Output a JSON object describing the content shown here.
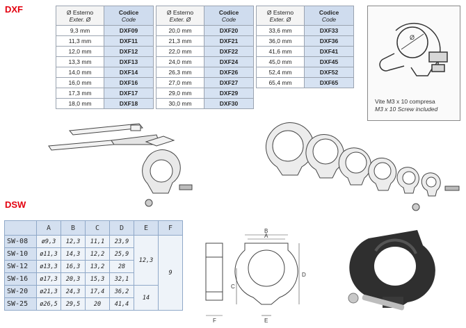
{
  "dxf": {
    "label": "DXF",
    "header_diameter_line1": "Ø Esterno",
    "header_diameter_line2": "Exter. Ø",
    "header_code_line1": "Codice",
    "header_code_line2": "Code",
    "table1": [
      [
        "9,3 mm",
        "DXF09"
      ],
      [
        "11,3 mm",
        "DXF11"
      ],
      [
        "12,0 mm",
        "DXF12"
      ],
      [
        "13,3 mm",
        "DXF13"
      ],
      [
        "14,0 mm",
        "DXF14"
      ],
      [
        "16,0 mm",
        "DXF16"
      ],
      [
        "17,3 mm",
        "DXF17"
      ],
      [
        "18,0 mm",
        "DXF18"
      ]
    ],
    "table2": [
      [
        "20,0 mm",
        "DXF20"
      ],
      [
        "21,3 mm",
        "DXF21"
      ],
      [
        "22,0 mm",
        "DXF22"
      ],
      [
        "24,0 mm",
        "DXF24"
      ],
      [
        "26,3 mm",
        "DXF26"
      ],
      [
        "27,0 mm",
        "DXF27"
      ],
      [
        "29,0 mm",
        "DXF29"
      ],
      [
        "30,0 mm",
        "DXF30"
      ]
    ],
    "table3": [
      [
        "33,6 mm",
        "DXF33"
      ],
      [
        "36,0 mm",
        "DXF36"
      ],
      [
        "41,6 mm",
        "DXF41"
      ],
      [
        "45,0 mm",
        "DXF45"
      ],
      [
        "52,4 mm",
        "DXF52"
      ],
      [
        "65,4 mm",
        "DXF65"
      ]
    ],
    "info_line1": "Vite M3 x 10 compresa",
    "info_line2": "M3 x 10 Screw included",
    "diagram_symbol": "Ø"
  },
  "dsw": {
    "label": "DSW",
    "columns": [
      "A",
      "B",
      "C",
      "D",
      "E",
      "F"
    ],
    "rows": [
      {
        "name": "SW-08",
        "a": "ø9,3",
        "b": "12,3",
        "c": "11,1",
        "d": "23,9"
      },
      {
        "name": "SW-10",
        "a": "ø11,3",
        "b": "14,3",
        "c": "12,2",
        "d": "25,9"
      },
      {
        "name": "SW-12",
        "a": "ø13,3",
        "b": "16,3",
        "c": "13,2",
        "d": "28"
      },
      {
        "name": "SW-16",
        "a": "ø17,3",
        "b": "20,3",
        "c": "15,3",
        "d": "32,1"
      },
      {
        "name": "SW-20",
        "a": "ø21,3",
        "b": "24,3",
        "c": "17,4",
        "d": "36,2"
      },
      {
        "name": "SW-25",
        "a": "ø26,5",
        "b": "29,5",
        "c": "20",
        "d": "41,4"
      }
    ],
    "e_top": "12,3",
    "e_bottom": "14",
    "f_value": "9",
    "dim_labels": {
      "a": "A",
      "b": "B",
      "c": "C",
      "d": "D",
      "e": "E",
      "f": "F"
    }
  }
}
